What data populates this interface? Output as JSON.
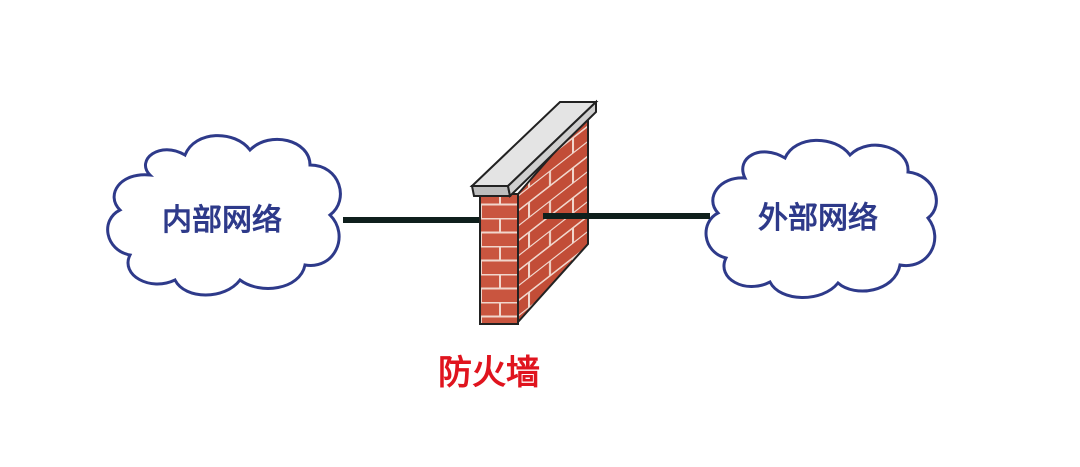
{
  "diagram": {
    "internal_network": {
      "label": "内部网络"
    },
    "external_network": {
      "label": "外部网络"
    },
    "firewall": {
      "label": "防火墙"
    }
  },
  "colors": {
    "cloud_outline": "#2e3a8a",
    "cloud_text": "#2e3a8a",
    "link_line": "#0f1f1c",
    "brick": "#c9553f",
    "mortar": "#f1d6cc",
    "cap": "#dcdcdc",
    "firewall_label": "#e0141e"
  }
}
